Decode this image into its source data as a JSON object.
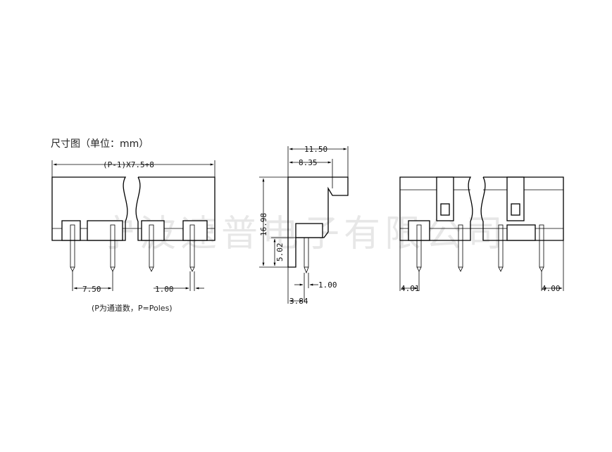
{
  "title": "尺寸图（单位：mm）",
  "note": "(P为通道数，P=Poles)",
  "watermark": "宁波速普电子有限公司",
  "front_view": {
    "overall_dim": "(P-1)X7.5+8",
    "pitch_dim": "7.50",
    "pin_dim": "1.00"
  },
  "side_view": {
    "width_dim": "11.50",
    "inner_dim": "8.35",
    "height_dim": "16.98",
    "lead_dim": "5.02",
    "pin_dim": "1.00",
    "offset_dim": "3.84"
  },
  "back_view": {
    "left_dim": "4.01",
    "right_dim": "4.00"
  }
}
